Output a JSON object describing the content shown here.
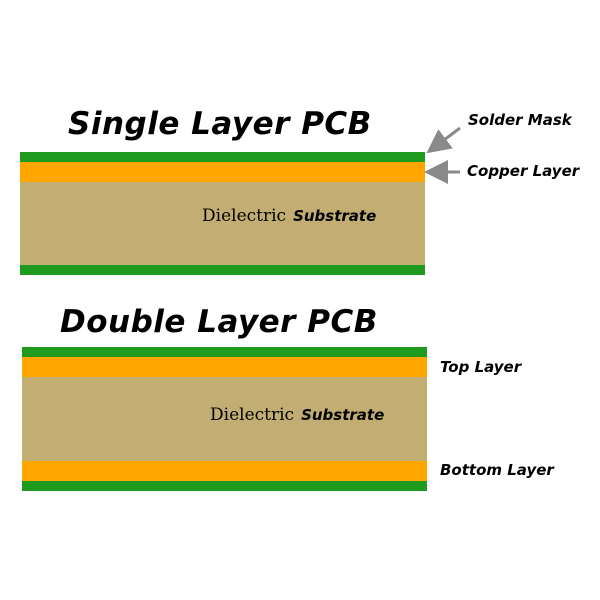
{
  "colors": {
    "solder_mask": "#1e9b1e",
    "copper": "#ffa500",
    "dielectric": "#c2ae72",
    "arrow": "#8a8a8a"
  },
  "single": {
    "title": "Single Layer PCB",
    "substrate_word1": "Dielectric",
    "substrate_word2": "Substrate",
    "label_solder_mask": "Solder Mask",
    "label_copper": "Copper Layer"
  },
  "double": {
    "title": "Double Layer PCB",
    "substrate_word1": "Dielectric",
    "substrate_word2": "Substrate",
    "label_top": "Top Layer",
    "label_bottom": "Bottom Layer"
  }
}
